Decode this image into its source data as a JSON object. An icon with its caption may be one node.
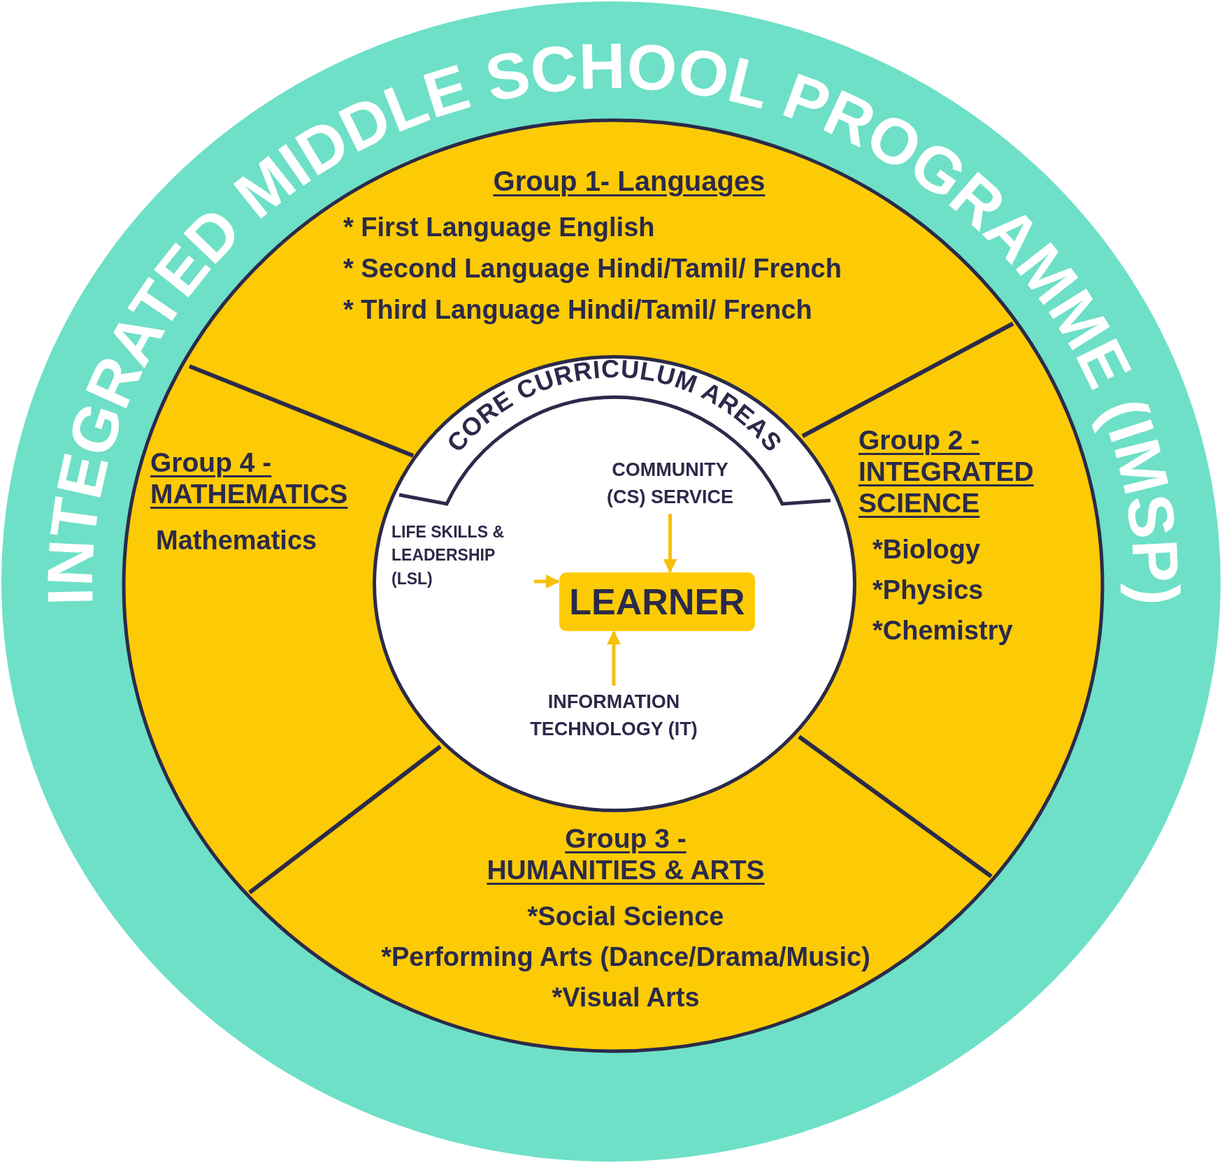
{
  "diagram": {
    "nodes": [
      {
        "text": [
          "INTEGRATED MIDDLE SCHOOL PROGRAMME (IMSP)"
        ]
      },
      {
        "text": [
          "Group 1- Languages",
          "* First Language English",
          "* Second Language Hindi/Tamil/ French",
          "* Third Language Hindi/Tamil/ French"
        ],
        "in": 0
      },
      {
        "text": [
          "Group 2 - INTEGRATED SCIENCE",
          "*Biology",
          "*Physics",
          "*Chemistry"
        ],
        "in": 0
      },
      {
        "text": [
          "Group 3 - HUMANITIES & ARTS",
          "*Social Science",
          "*Performing Arts (Dance/Drama/Music)",
          "*Visual Arts"
        ],
        "in": 0
      },
      {
        "text": [
          "Group 4 - MATHEMATICS",
          "Mathematics"
        ],
        "in": 0
      },
      {
        "text": [
          "CORE CURRICULUM AREAS"
        ],
        "in": 0
      },
      {
        "text": [
          "LEARNER"
        ],
        "in": 5
      },
      {
        "text": [
          "COMMUNITY (CS) SERVICE"
        ],
        "in": 5
      },
      {
        "text": [
          "LIFE SKILLS & LEADERSHIP (LSL)"
        ],
        "in": 5
      },
      {
        "text": [
          "INFORMATION TECHNOLOGY (IT)"
        ],
        "in": 5
      }
    ],
    "edges": [
      {
        "from": 7,
        "to": 6,
        "arrow": "to"
      },
      {
        "from": 8,
        "to": 6,
        "arrow": "to"
      },
      {
        "from": 9,
        "to": 6,
        "arrow": "to"
      }
    ]
  }
}
